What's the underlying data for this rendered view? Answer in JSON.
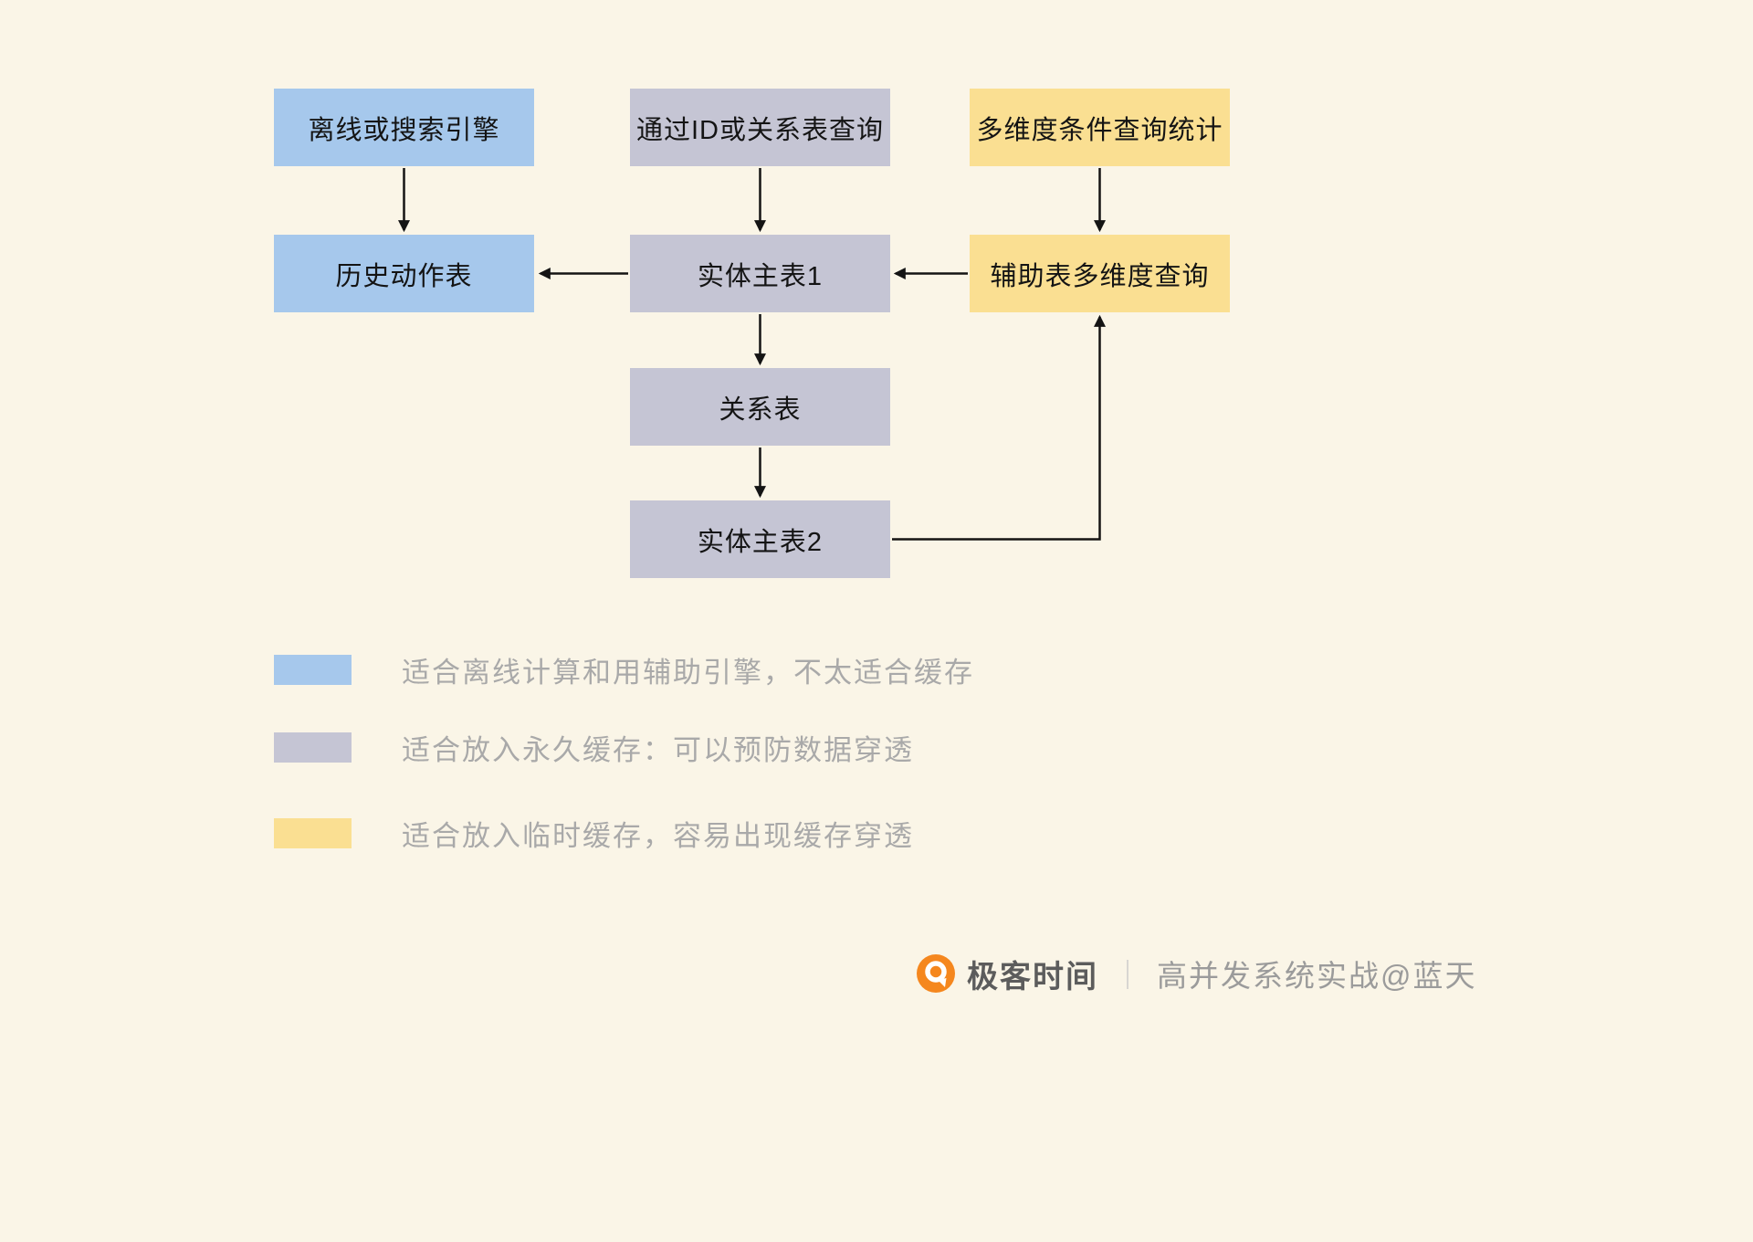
{
  "diagram": {
    "nodes": [
      {
        "id": "offline-or-search-engine",
        "label": "离线或搜索引擎",
        "color": "blue"
      },
      {
        "id": "query-by-id-or-relation",
        "label": "通过ID或关系表查询",
        "color": "gray"
      },
      {
        "id": "multi-dim-condition-stats",
        "label": "多维度条件查询统计",
        "color": "yellow"
      },
      {
        "id": "history-action-table",
        "label": "历史动作表",
        "color": "blue"
      },
      {
        "id": "entity-main-table-1",
        "label": "实体主表1",
        "color": "gray"
      },
      {
        "id": "aux-table-multi-dim-query",
        "label": "辅助表多维度查询",
        "color": "yellow"
      },
      {
        "id": "relation-table",
        "label": "关系表",
        "color": "gray"
      },
      {
        "id": "entity-main-table-2",
        "label": "实体主表2",
        "color": "gray"
      }
    ],
    "edges": [
      {
        "from": "offline-or-search-engine",
        "to": "history-action-table"
      },
      {
        "from": "query-by-id-or-relation",
        "to": "entity-main-table-1"
      },
      {
        "from": "multi-dim-condition-stats",
        "to": "aux-table-multi-dim-query"
      },
      {
        "from": "entity-main-table-1",
        "to": "history-action-table"
      },
      {
        "from": "aux-table-multi-dim-query",
        "to": "entity-main-table-1"
      },
      {
        "from": "entity-main-table-1",
        "to": "relation-table"
      },
      {
        "from": "relation-table",
        "to": "entity-main-table-2"
      },
      {
        "from": "entity-main-table-2",
        "to": "aux-table-multi-dim-query"
      }
    ]
  },
  "legend": [
    {
      "swatch": "blue",
      "text": "适合离线计算和用辅助引擎，不太适合缓存"
    },
    {
      "swatch": "gray",
      "text": "适合放入永久缓存：可以预防数据穿透"
    },
    {
      "swatch": "yellow",
      "text": "适合放入临时缓存，容易出现缓存穿透"
    }
  ],
  "footer": {
    "brand": "极客时间",
    "separator": "｜",
    "credit": "高并发系统实战@蓝天"
  },
  "colors": {
    "background": "#FAF5E7",
    "blue": "#A6C8EC",
    "gray": "#C5C5D4",
    "yellow": "#FADF92",
    "arrow": "#141414",
    "legend_text": "#A9A9A9",
    "brand_orange": "#F5871E"
  }
}
